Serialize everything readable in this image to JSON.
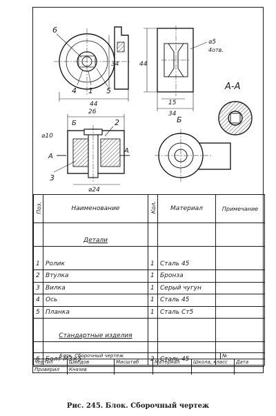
{
  "views": {
    "section_label": "А-А",
    "view_label": "Б",
    "callouts": {
      "c6": "6",
      "c4": "4",
      "c1": "1",
      "c5": "5",
      "c2": "2",
      "c3": "3",
      "b_arrow": "Б",
      "a_left": "А",
      "a_right": "А"
    },
    "dims": {
      "d44_h": "44",
      "d34_v": "34",
      "d44_v_side": "44",
      "d5": "⌀5",
      "d4otv": "4отв.",
      "d15": "15",
      "d34_h_side": "34",
      "d26": "26",
      "d10": "⌀10",
      "d24": "⌀24"
    }
  },
  "spec": {
    "headers": {
      "pos": "Поз.",
      "name": "Наименование",
      "qty": "Кол.",
      "material": "Материал",
      "note": "Примечание"
    },
    "section_parts": "Детали",
    "section_standard": "Стандартные изделия",
    "parts": [
      {
        "pos": "1",
        "name": "Ролик",
        "qty": "1",
        "material": "Сталь 45"
      },
      {
        "pos": "2",
        "name": "Втулка",
        "qty": "1",
        "material": "Бронза"
      },
      {
        "pos": "3",
        "name": "Вилка",
        "qty": "1",
        "material": "Серый чугун"
      },
      {
        "pos": "4",
        "name": "Ось",
        "qty": "1",
        "material": "Сталь 45"
      },
      {
        "pos": "5",
        "name": "Планка",
        "qty": "1",
        "material": "Сталь Ст5"
      }
    ],
    "standard": [
      {
        "pos": "6",
        "name": "Болт М3×5",
        "qty": "2",
        "material": "Сталь 45"
      }
    ]
  },
  "title_block": {
    "name": "Блок. Сборочный чертеж",
    "number_label": "№",
    "drew": "Чертил",
    "drew_name": "Шведов",
    "scale_head": "Масштаб",
    "material_head": "Материал",
    "school_head": "Школа, класс",
    "date_head": "Дата",
    "checked": "Проверил",
    "checked_name": "Князев"
  },
  "caption": "Рис. 245. Блок. Сборочный чертеж"
}
